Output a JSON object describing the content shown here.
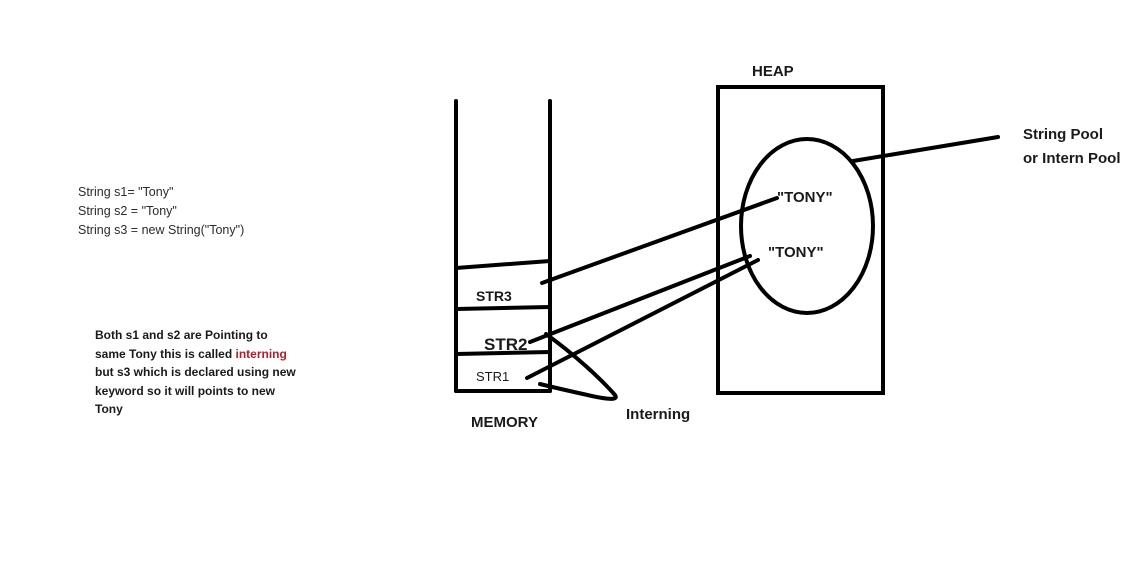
{
  "code": {
    "line1": "String s1= \"Tony\"",
    "line2": "String s2 = \"Tony\"",
    "line3": "String s3 = new String(\"Tony\")"
  },
  "explanation": {
    "line1": "Both s1 and s2 are Pointing to",
    "line2_before": "same Tony this is called ",
    "keyword": "interning",
    "line3": "but s3 which is declared using new",
    "line4": "keyword so it will points to new",
    "line5": "Tony",
    "keyword_color": "#b01e2a"
  },
  "memory": {
    "label": "MEMORY",
    "slots": [
      "STR3",
      "STR2",
      "STR1"
    ]
  },
  "heap": {
    "label": "HEAP",
    "pool_values": [
      "\"TONY\"",
      "\"TONY\""
    ]
  },
  "pool_callout": {
    "line1": "String Pool",
    "line2": "or Intern Pool"
  },
  "interning_label": "Interning"
}
